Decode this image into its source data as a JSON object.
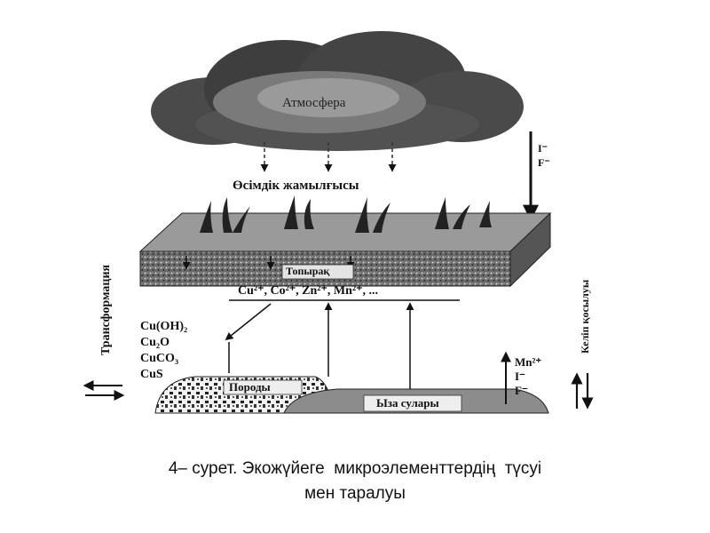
{
  "diagram": {
    "atmosphere": "Атмосфера",
    "vegetation": "Өсімдік жамылғысы",
    "soil": "Топырақ",
    "ions": "Cu²⁺, Co²⁺, Zn²⁺, Mn²⁺, ...",
    "compounds": [
      "Cu(OH)₂",
      "Cu₂O",
      "CuCO₃",
      "CuS"
    ],
    "rocks": "Породы",
    "groundwater": "Ыза сулары",
    "transformation": "Трансформация",
    "inflow": "Келіп қосылуы",
    "right_ions": [
      "Mn²⁺",
      "I⁻",
      "F⁻"
    ],
    "top_right_ions": [
      "I⁻",
      "F⁻"
    ]
  },
  "caption": {
    "line1": "4– сурет. Экожүйеге  микроэлементтердің  түсуі",
    "line2": "мен таралуы"
  }
}
